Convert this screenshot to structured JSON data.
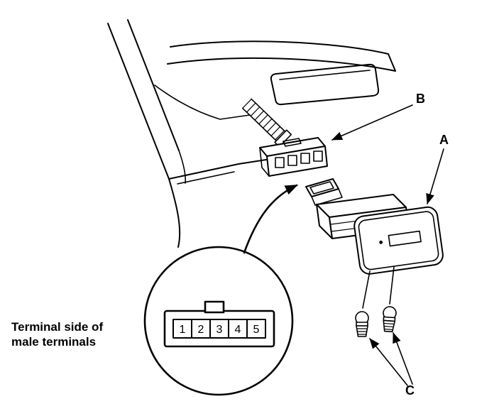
{
  "page": {
    "background": "#ffffff",
    "ink": "#000000"
  },
  "labels": {
    "switch": "A",
    "connector": "B",
    "bulbs": "C"
  },
  "caption": {
    "line1": "Terminal side of",
    "line2": "male terminals"
  },
  "inset": {
    "terminals": [
      "1",
      "2",
      "3",
      "4",
      "5"
    ]
  }
}
